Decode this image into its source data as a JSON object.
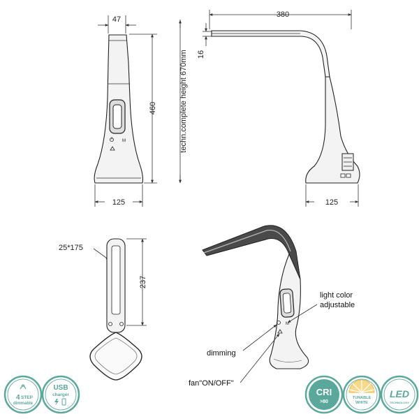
{
  "dimensions": {
    "front_width": "47",
    "front_height": "460",
    "total_height_note": "techn.complete height 670mm",
    "front_base": "125",
    "side_reach": "380",
    "head_thickness": "16",
    "side_base": "125",
    "head_size": "25*175",
    "head_length": "237"
  },
  "callouts": {
    "light_color": [
      "light color",
      "adjustable"
    ],
    "dimming": "dimming",
    "fan": "fan\"ON/OFF\""
  },
  "badges": {
    "step_num": "4",
    "step_word": "STEP",
    "dimmable": "dimmable",
    "usb": "USB",
    "charger": "charger",
    "cri": "CRI",
    "cri_value": ">80",
    "tunable": "TUNABLE",
    "white": "WHITE",
    "led": "LED",
    "technology": "TECHNOLOGY"
  },
  "icons": [
    "power-icon",
    "fan-icon",
    "lightning-icon",
    "phone-icon"
  ],
  "colors": {
    "badge_teal": "#5aa79b",
    "line": "#333333",
    "tunable_yellow": "#e8b84a"
  }
}
